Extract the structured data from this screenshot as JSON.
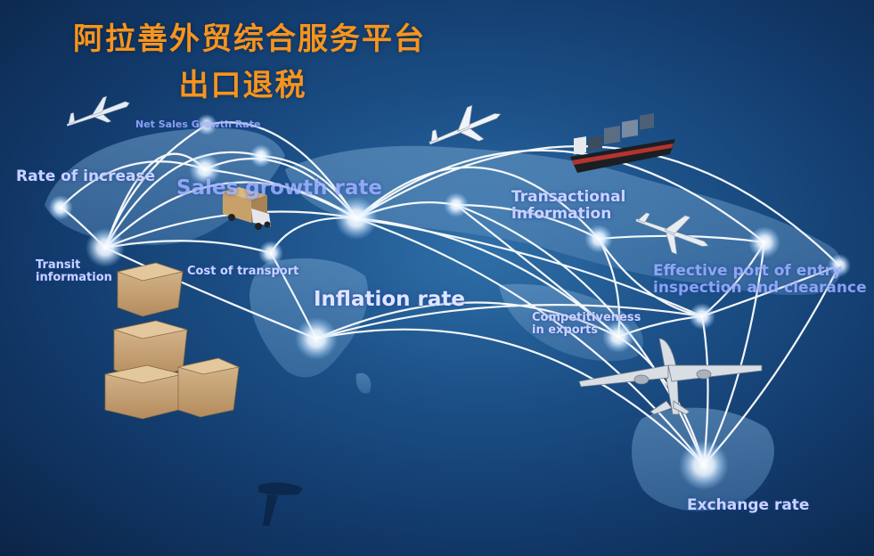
{
  "title": {
    "line1": "阿拉善外贸综合服务平台",
    "line2": "出口退税"
  },
  "labels": {
    "net_sales_growth_rate": "Net Sales Growth Rate",
    "rate_of_increase": "Rate of increase",
    "sales_growth_rate": "Sales growth rate",
    "transactional_information_1": "Transactional",
    "transactional_information_2": "information",
    "transit_information_1": "Transit",
    "transit_information_2": "information",
    "cost_of_transport": "Cost of transport",
    "inflation_rate": "Inflation rate",
    "effective_port_1": "Effective port of entry",
    "effective_port_2": "inspection and clearance",
    "competitiveness_1": "Competitiveness",
    "competitiveness_2": "in exports",
    "exchange_rate": "Exchange rate"
  },
  "colors": {
    "title": "#f7941d",
    "label": "#c9d4ff",
    "background_center": "#2f6fa8",
    "background_edge": "#0b2446"
  },
  "icons": [
    "airplane-icon",
    "cargo-ship-icon",
    "delivery-truck-icon",
    "cardboard-box-icon"
  ]
}
